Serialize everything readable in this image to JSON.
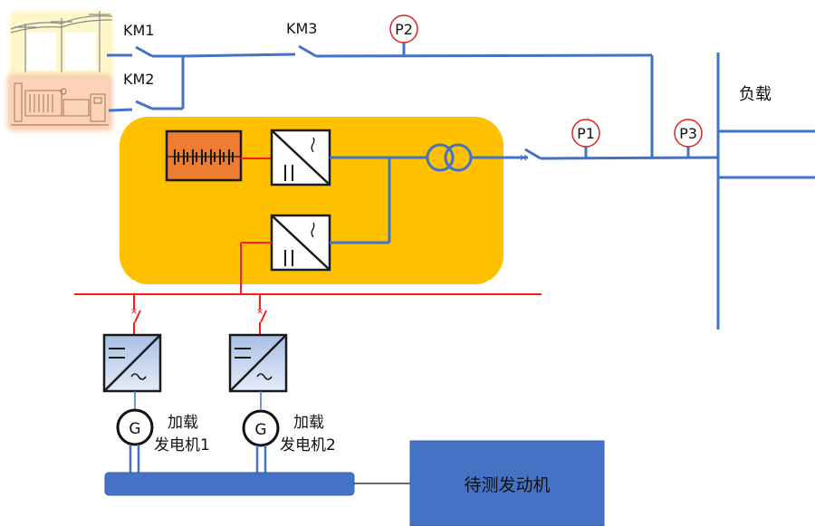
{
  "title": "发动机测试系统电气拓扑",
  "colors": {
    "line_blue": "#4472C4",
    "line_red": "#FF1A1A",
    "storage_bg": "#FFC000",
    "battery_fill": "#ED7D31",
    "engine_fill": "#4472C4",
    "meter_ring": "#E02020"
  },
  "sources": {
    "grid_icon": "power-grid-icon",
    "diesel_icon": "diesel-generator-icon"
  },
  "switches": {
    "km1": "KM1",
    "km2": "KM2",
    "km3": "KM3"
  },
  "meters": {
    "p1": "P1",
    "p2": "P2",
    "p3": "P3"
  },
  "load": {
    "label": "负载"
  },
  "storage_system": {
    "battery": "battery-icon",
    "converter_top": "dc-ac-converter-icon",
    "converter_bottom": "dc-ac-converter-icon",
    "transformer": "transformer-icon"
  },
  "generators": [
    {
      "symbol": "G",
      "label_line1": "加载",
      "label_line2": "发电机1"
    },
    {
      "symbol": "G",
      "label_line1": "加载",
      "label_line2": "发电机2"
    }
  ],
  "engine": {
    "label": "待测发动机"
  }
}
